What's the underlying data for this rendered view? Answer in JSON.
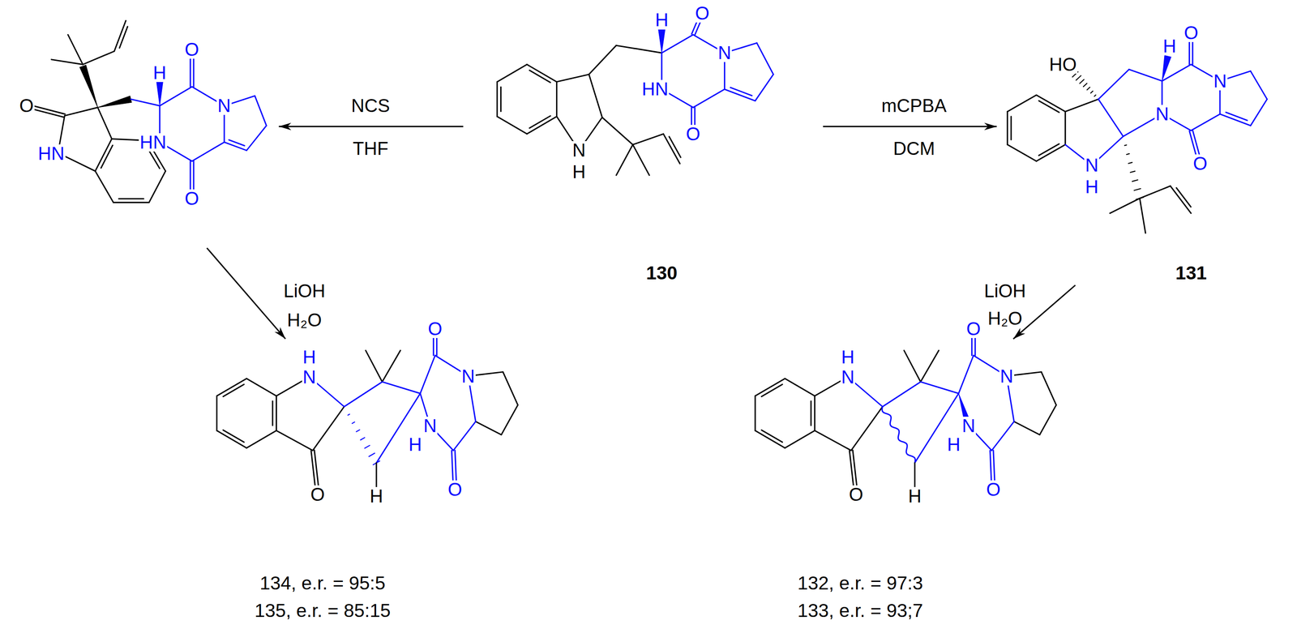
{
  "diagram": {
    "nodes": [
      {
        "text": [
          "130"
        ]
      },
      {
        "text": [
          "131"
        ]
      },
      {
        "text": [
          "134, e.r. = 95:5",
          "135, e.r. = 85:15"
        ]
      },
      {
        "text": [
          "132, e.r. = 97:3",
          "133, e.r. = 93;7"
        ]
      }
    ],
    "edges": [
      {
        "from": 0,
        "to": 1,
        "arrow": "to"
      },
      {
        "from": 1,
        "to": 3,
        "arrow": "to"
      }
    ],
    "labels": [
      "O",
      "HN",
      "H",
      "O",
      "N",
      "HN",
      "O",
      "NCS",
      "THF",
      "H",
      "O",
      "N",
      "HN",
      "O",
      "N",
      "H",
      "mCPBA",
      "DCM",
      "HO",
      "H",
      "O",
      "N",
      "N",
      "O",
      "N",
      "H",
      "LiOH",
      "H₂O",
      "LiOH",
      "H₂O",
      "H",
      "N",
      "O",
      "O",
      "N",
      "N",
      "H",
      "O",
      "H",
      "H",
      "N",
      "O",
      "O",
      "N",
      "N",
      "H",
      "O",
      "H"
    ]
  }
}
